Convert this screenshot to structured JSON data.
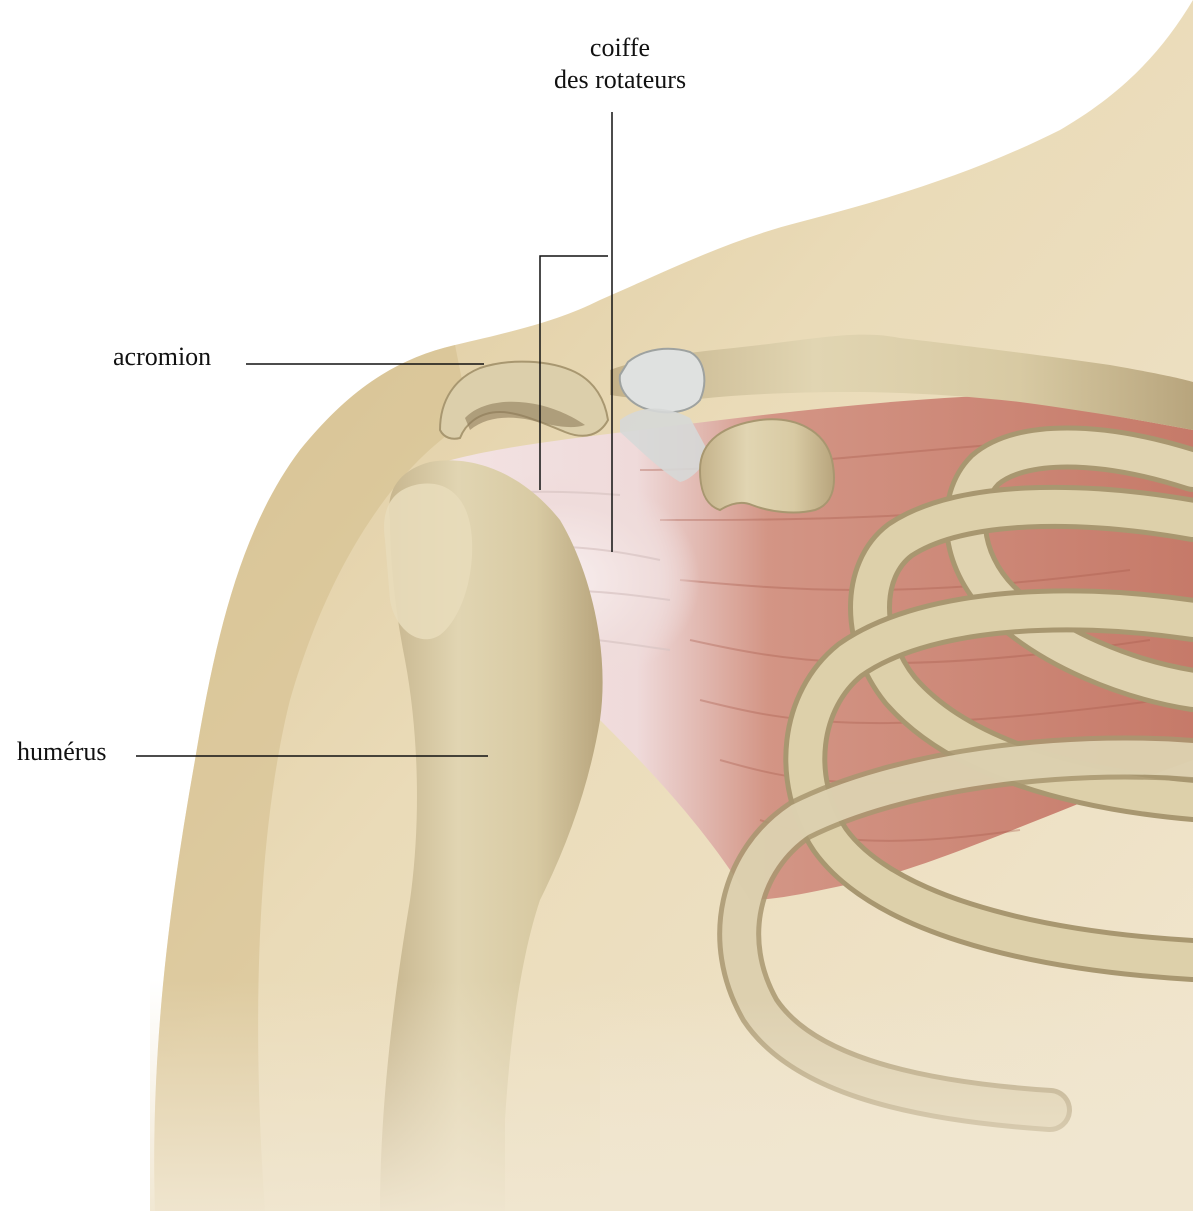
{
  "labels": {
    "rotator_cuff_line1": "coiffe",
    "rotator_cuff_line2": "des rotateurs",
    "acromion": "acromion",
    "humerus": "humérus"
  },
  "colors": {
    "background": "#ffffff",
    "skin": "#e6d4ae",
    "skin_shadow": "#c9b083",
    "bone": "#ddd0aa",
    "bone_shadow": "#a89770",
    "muscle": "#c9806f",
    "muscle_dark": "#a85a4b",
    "tendon": "#efe3e3",
    "ligament": "#d8dada",
    "leader_line": "#111111"
  }
}
